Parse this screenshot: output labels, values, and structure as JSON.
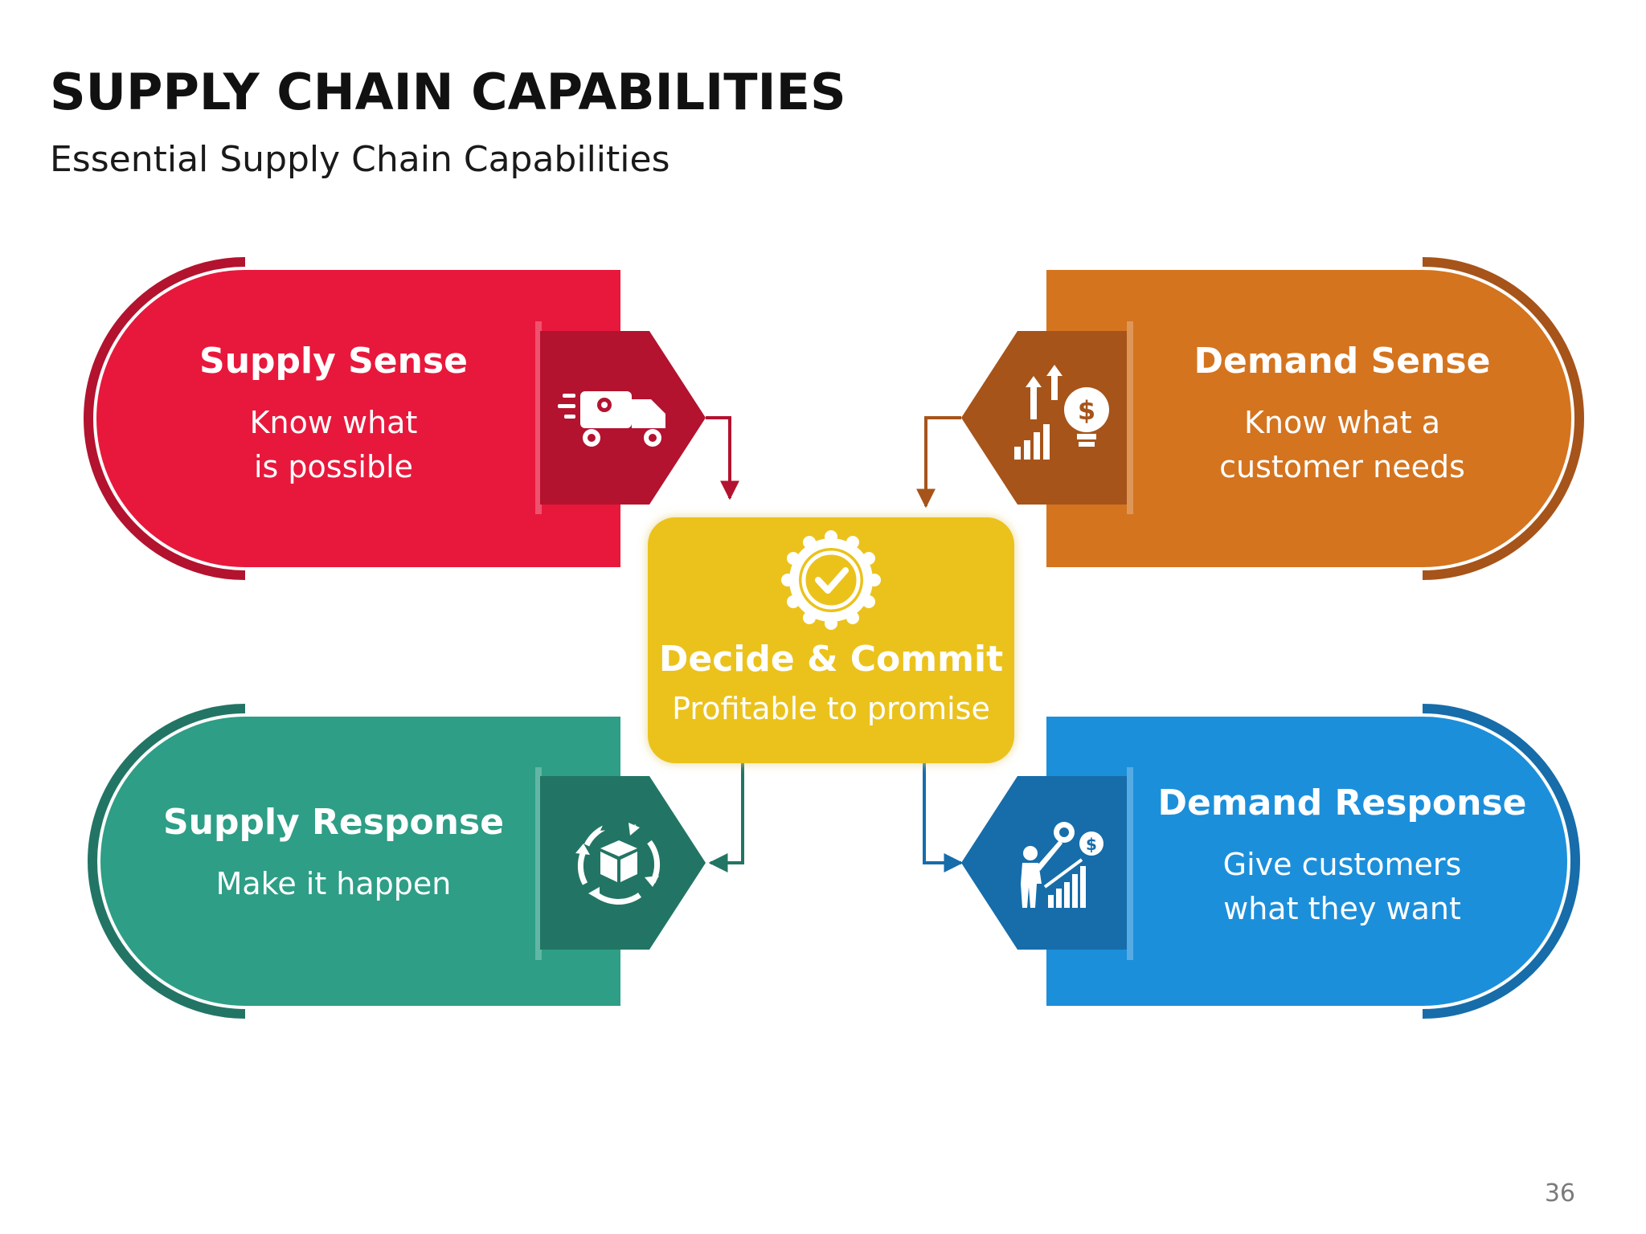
{
  "slide": {
    "title": "SUPPLY CHAIN CAPABILITIES",
    "subtitle": "Essential Supply Chain Capabilities",
    "page_number": "36"
  },
  "cards": {
    "supply_sense": {
      "heading": "Supply Sense",
      "description": "Know what\nis possible",
      "icon": "delivery-truck-icon",
      "color": "#E8183C",
      "dark_color": "#B3132F"
    },
    "demand_sense": {
      "heading": "Demand Sense",
      "description": "Know what a\ncustomer needs",
      "icon": "lightbulb-dollar-growth-icon",
      "color": "#D4741F",
      "dark_color": "#A6541A"
    },
    "supply_response": {
      "heading": "Supply Response",
      "description": "Make it happen",
      "icon": "box-cycle-icon",
      "color": "#2E9E86",
      "dark_color": "#227564"
    },
    "demand_response": {
      "heading": "Demand Response",
      "description": "Give customers\nwhat they want",
      "icon": "person-growth-chart-icon",
      "color": "#1C8FDB",
      "dark_color": "#166DAA"
    }
  },
  "center": {
    "heading": "Decide & Commit",
    "description": "Profitable to promise",
    "icon": "check-badge-icon",
    "color": "#EBC21A"
  }
}
